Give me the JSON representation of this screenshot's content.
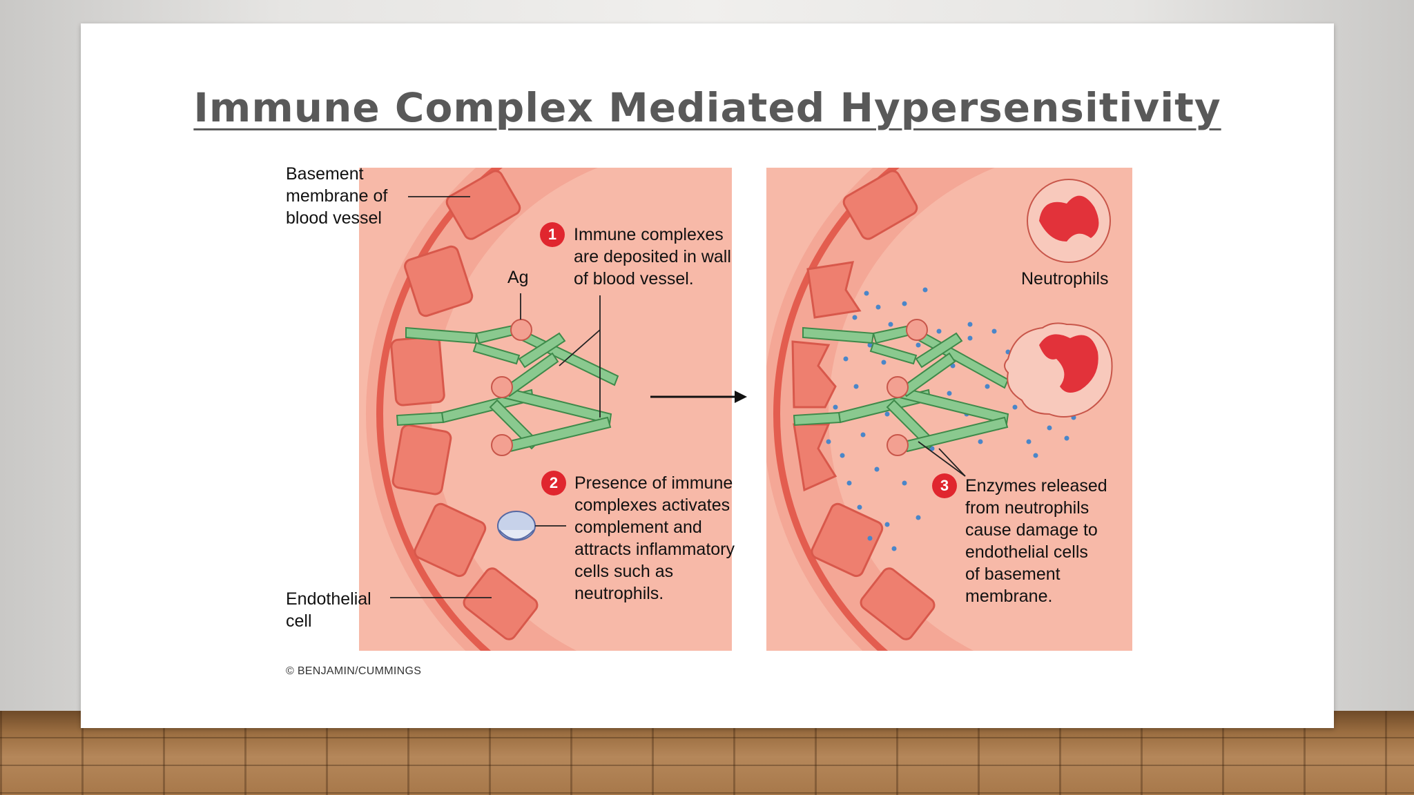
{
  "slide": {
    "title": "Immune Complex Mediated Hypersensitivity"
  },
  "figure": {
    "labels": {
      "basement_membrane": "Basement\nmembrane of\nblood vessel",
      "antigen": "Ag",
      "endothelial_cell": "Endothelial\ncell",
      "neutrophils": "Neutrophils"
    },
    "steps": [
      {
        "number": "1",
        "text": "Immune complexes\nare deposited in wall\nof blood vessel."
      },
      {
        "number": "2",
        "text": "Presence of immune\ncomplexes activates\ncomplement and\nattracts inflammatory\ncells such as\nneutrophils."
      },
      {
        "number": "3",
        "text": "Enzymes released\nfrom neutrophils\ncause damage to\nendothelial cells\nof basement\nmembrane."
      }
    ],
    "copyright": "© BENJAMIN/CUMMINGS"
  },
  "colors": {
    "vessel_lumen": "#f6b7a6",
    "vessel_wall": "#e25c4e",
    "endothelial": "#ee7f6f",
    "antibody": "#8ac98f",
    "antigen": "#f3a091",
    "enzyme_dots": "#4a86c9",
    "neutrophil_nucleus": "#e2323a",
    "badge": "#e0262e"
  }
}
